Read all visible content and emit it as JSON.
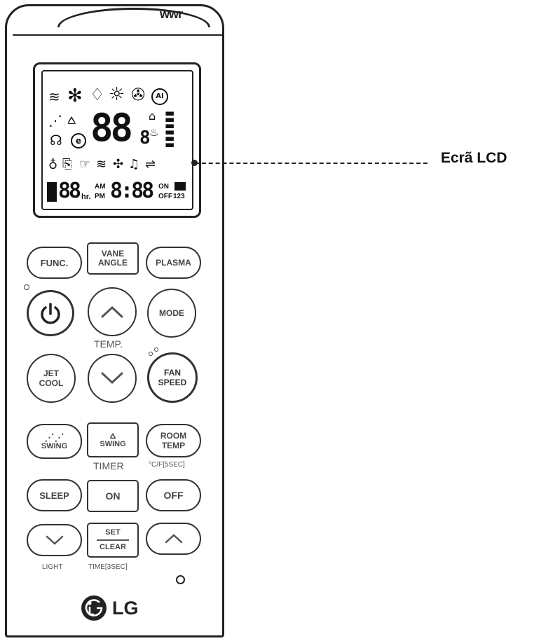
{
  "callout": {
    "text": "Ecrã LCD"
  },
  "remote": {
    "ir_window": "wwr",
    "lcd": {
      "big_digits": "88",
      "small_digit": "8",
      "timer_digits": "88",
      "hr": "hr.",
      "am": "AM",
      "pm": "PM",
      "clock": "8:88",
      "on": "ON",
      "off": "OFF",
      "code": "123",
      "ai": "AI",
      "e": "e"
    },
    "buttons": {
      "func": "FUNC.",
      "vane_angle_l1": "VANE",
      "vane_angle_l2": "ANGLE",
      "plasma": "PLASMA",
      "mode": "MODE",
      "jet_l1": "JET",
      "jet_l2": "COOL",
      "fan_l1": "FAN",
      "fan_l2": "SPEED",
      "swing": "SWING",
      "swing2": "SWING",
      "room_l1": "ROOM",
      "room_l2": "TEMP",
      "sleep": "SLEEP",
      "on": "ON",
      "off": "OFF",
      "set": "SET",
      "clear": "CLEAR"
    },
    "labels": {
      "temp": "TEMP.",
      "timer": "TIMER",
      "room_sub": "°C/F[5SEC]",
      "light": "LIGHT",
      "time_sub": "TIME[3SEC]"
    },
    "brand": "LG"
  }
}
